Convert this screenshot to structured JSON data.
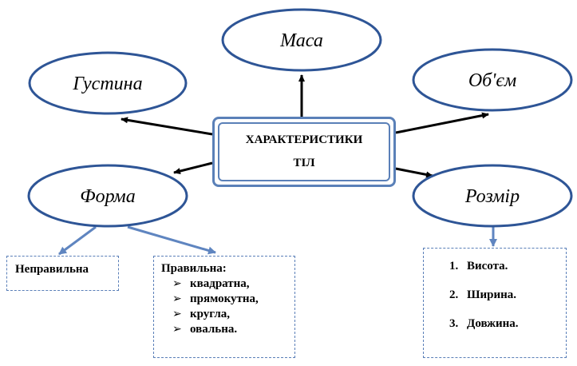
{
  "center": {
    "line1": "ХАРАКТЕРИСТИКИ",
    "line2": "ТІЛ"
  },
  "nodes": {
    "mass": "Маса",
    "density": "Густина",
    "volume": "Об'єм",
    "shape": "Форма",
    "size": "Розмір"
  },
  "shape_types": {
    "irregular": "Неправильна",
    "regular": {
      "title": "Правильна:",
      "items": [
        "квадратна,",
        "прямокутна,",
        "кругла,",
        "овальна."
      ]
    }
  },
  "size_list": {
    "items": [
      {
        "num": "1.",
        "label": "Висота."
      },
      {
        "num": "2.",
        "label": "Ширина."
      },
      {
        "num": "3.",
        "label": "Довжина."
      }
    ]
  },
  "colors": {
    "ellipse_border": "#2e5596",
    "box_border": "#5a80b8",
    "blue_arrow": "#5f85c0",
    "black_arrow": "#000000"
  }
}
